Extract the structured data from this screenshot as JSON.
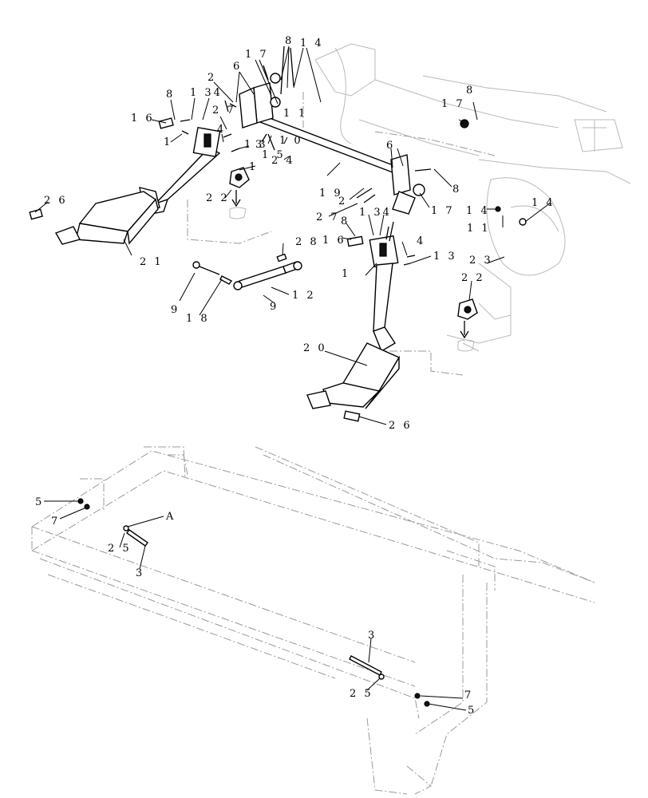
{
  "callouts": [
    {
      "id": "c-8a",
      "text": "8"
    },
    {
      "id": "c-14a",
      "text": "1 4"
    },
    {
      "id": "c-17a",
      "text": "1 7"
    },
    {
      "id": "c-6a",
      "text": "6"
    },
    {
      "id": "c-2a",
      "text": "2"
    },
    {
      "id": "c-8b",
      "text": "8"
    },
    {
      "id": "c-134a",
      "text": "1 34"
    },
    {
      "id": "c-16a",
      "text": "1 6"
    },
    {
      "id": "c-1a",
      "text": "1"
    },
    {
      "id": "c-27a",
      "text": "2 7"
    },
    {
      "id": "c-4a",
      "text": "4"
    },
    {
      "id": "c-1b",
      "text": "1"
    },
    {
      "id": "c-1c",
      "text": "1"
    },
    {
      "id": "c-3a",
      "text": "3"
    },
    {
      "id": "c-10",
      "text": "1 0"
    },
    {
      "id": "c-15",
      "text": "1 5"
    },
    {
      "id": "c-24",
      "text": "2 4"
    },
    {
      "id": "c-13a",
      "text": "1 3"
    },
    {
      "id": "c-1d",
      "text": "1"
    },
    {
      "id": "c-22a",
      "text": "2 2"
    },
    {
      "id": "c-19",
      "text": "1 9"
    },
    {
      "id": "c-17b",
      "text": "1 7"
    },
    {
      "id": "c-8c",
      "text": "8"
    },
    {
      "id": "c-6b",
      "text": "6"
    },
    {
      "id": "c-8d",
      "text": "8"
    },
    {
      "id": "c-2b",
      "text": "2"
    },
    {
      "id": "c-27b",
      "text": "2 7"
    },
    {
      "id": "c-8e",
      "text": "8"
    },
    {
      "id": "c-134b",
      "text": "1 34"
    },
    {
      "id": "c-17c",
      "text": "1 7"
    },
    {
      "id": "c-14b",
      "text": "1 4"
    },
    {
      "id": "c-14c",
      "text": "1 4"
    },
    {
      "id": "c-11",
      "text": "1 1"
    },
    {
      "id": "c-26a",
      "text": "2 6"
    },
    {
      "id": "c-21",
      "text": "2 1"
    },
    {
      "id": "c-28",
      "text": "2 8"
    },
    {
      "id": "c-16b",
      "text": "1 6"
    },
    {
      "id": "c-4b",
      "text": "4"
    },
    {
      "id": "c-13b",
      "text": "1 3"
    },
    {
      "id": "c-23",
      "text": "2 3"
    },
    {
      "id": "c-1e",
      "text": "1"
    },
    {
      "id": "c-9a",
      "text": "9"
    },
    {
      "id": "c-12",
      "text": "1 2"
    },
    {
      "id": "c-9b",
      "text": "9"
    },
    {
      "id": "c-18",
      "text": "1 8"
    },
    {
      "id": "c-22b",
      "text": "2 2"
    },
    {
      "id": "c-20",
      "text": "2 0"
    },
    {
      "id": "c-26b",
      "text": "2 6"
    },
    {
      "id": "c-5a",
      "text": "5"
    },
    {
      "id": "c-7a",
      "text": "7"
    },
    {
      "id": "c-A",
      "text": "A"
    },
    {
      "id": "c-25a",
      "text": "2 5"
    },
    {
      "id": "c-3b",
      "text": "3"
    },
    {
      "id": "c-3c",
      "text": "3"
    },
    {
      "id": "c-25b",
      "text": "2 5"
    },
    {
      "id": "c-7b",
      "text": "7"
    },
    {
      "id": "c-5b",
      "text": "5"
    }
  ]
}
